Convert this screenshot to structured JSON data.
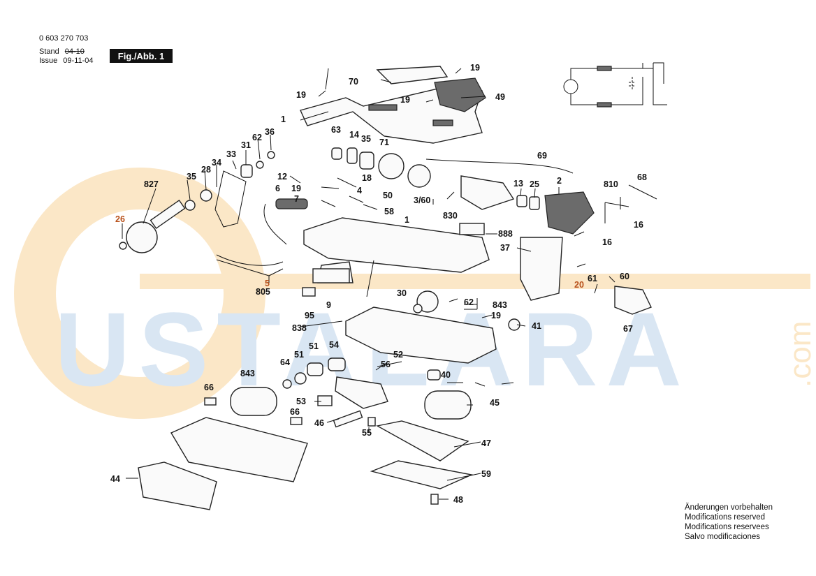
{
  "header": {
    "doc_number": "0 603 270 703",
    "stand_label": "Stand",
    "stand_date": "04-10",
    "issue_label": "Issue",
    "issue_date": "09-11-04",
    "figure_label": "Fig./Abb. 1"
  },
  "watermark": {
    "text": "USTALARA",
    "suffix": ".com",
    "color_blue": "#d9e6f3",
    "color_orange": "#fbe7c7"
  },
  "notice": {
    "lines": [
      "Änderungen vorbehalten",
      "Modifications reserved",
      "Modifications reservees",
      "Salvo modificaciones"
    ]
  },
  "labels": {
    "l1": "1",
    "l1b": "1",
    "l2": "2",
    "l5": "5",
    "l6": "6",
    "l7": "7",
    "l9": "9",
    "l12": "12",
    "l13": "13",
    "l14": "14",
    "l16a": "16",
    "l16b": "16",
    "l18": "18",
    "l19a": "19",
    "l19b": "19",
    "l19c": "19",
    "l19d": "19",
    "l19e": "19",
    "l20": "20",
    "l25": "25",
    "l26": "26",
    "l28": "28",
    "l30": "30",
    "l31": "31",
    "l33": "33",
    "l34": "34",
    "l35a": "35",
    "l35b": "35",
    "l36": "36",
    "l37": "37",
    "l360": "3/60",
    "l4": "4",
    "l40": "40",
    "l41": "41",
    "l44": "44",
    "l45": "45",
    "l46": "46",
    "l47": "47",
    "l48": "48",
    "l49": "49",
    "l50": "50",
    "l51a": "51",
    "l51b": "51",
    "l52": "52",
    "l53": "53",
    "l54": "54",
    "l55": "55",
    "l56": "56",
    "l58": "58",
    "l59": "59",
    "l60": "60",
    "l61": "61",
    "l62a": "62",
    "l62b": "62",
    "l63": "63",
    "l64": "64",
    "l66a": "66",
    "l66b": "66",
    "l67": "67",
    "l68": "68",
    "l69": "69",
    "l70": "70",
    "l71": "71",
    "l805": "805",
    "l810": "810",
    "l827": "827",
    "l830": "830",
    "l838": "838",
    "l843a": "843",
    "l843b": "843",
    "l888": "888",
    "l95": "95"
  }
}
